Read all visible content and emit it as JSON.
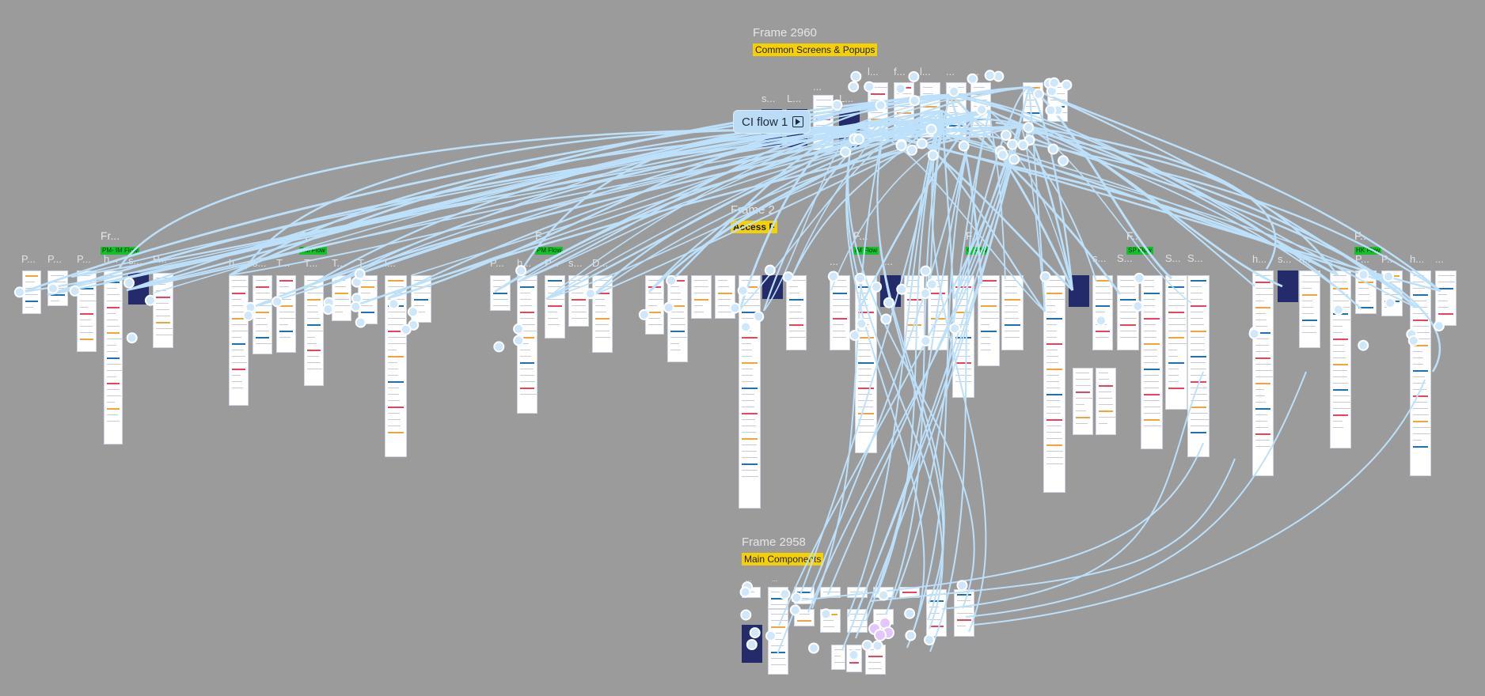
{
  "canvas": {
    "background": "#9b9b9b",
    "connector_color": "#bde0fb"
  },
  "frames": {
    "common": {
      "title": "Frame 2960",
      "tag": "Common Screens & Popups"
    },
    "main": {
      "title": "Frame 2958",
      "tag": "Main Components"
    },
    "access": {
      "title": "Frame 2",
      "tag": "Access F"
    }
  },
  "flows": [
    {
      "title": "Fr...",
      "tag": "PM- IM Flow"
    },
    {
      "title": "F...",
      "tag": "TM Flow"
    },
    {
      "title": "F...",
      "tag": "PM Flow"
    },
    {
      "title": "F...",
      "tag": "IM Flow"
    },
    {
      "title": "F...",
      "tag": "C Flow"
    },
    {
      "title": "F...",
      "tag": "SP Flow"
    },
    {
      "title": "F...",
      "tag": "HK Flow"
    }
  ],
  "prototype_badge": {
    "label": "CI flow 1",
    "icon": "play-icon"
  },
  "frame_labels": [
    "P...",
    "P...",
    "P...",
    "h...",
    "s...",
    "P...",
    "h...",
    "s...",
    "T...",
    "T...",
    "T...",
    "T...",
    "l...",
    "P...",
    "h...",
    "P...",
    "s...",
    "D...",
    "l...",
    "f...",
    "l...",
    "...",
    "...",
    "s...",
    "L...",
    "L...",
    "...",
    "S...",
    "S...",
    "s...",
    "S...",
    "h...",
    "s...",
    "h...",
    "...",
    "P...",
    "P...",
    "h...",
    "...",
    "...",
    "...",
    "...",
    "..."
  ]
}
